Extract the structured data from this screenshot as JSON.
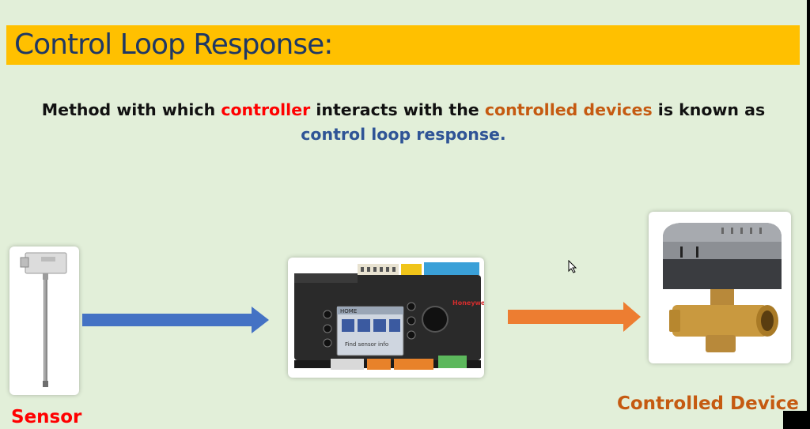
{
  "slide": {
    "title": "Control Loop Response:",
    "description": {
      "part1": "Method with which ",
      "controller": "controller",
      "part2": " interacts with the ",
      "controlled_devices": "controlled devices",
      "part3": " is known as ",
      "control_loop_response": "control loop response."
    },
    "sensor_label": "Sensor",
    "controlled_device_label": "Controlled Device",
    "controller_brand": "Honeywell",
    "controller_screen_text": "Find sensor info",
    "controller_screen_header": "HOME"
  },
  "colors": {
    "background": "#e2efd9",
    "title_bar": "#ffc000",
    "title_text": "#1f3864",
    "sensor_arrow": "#4472c4",
    "device_arrow": "#ed7d31",
    "sensor_label": "#ff0000",
    "device_label": "#c55a11"
  },
  "icons": [
    "temperature-sensor-image",
    "controller-image",
    "valve-actuator-image",
    "right-arrow-icon",
    "mouse-cursor-icon"
  ]
}
